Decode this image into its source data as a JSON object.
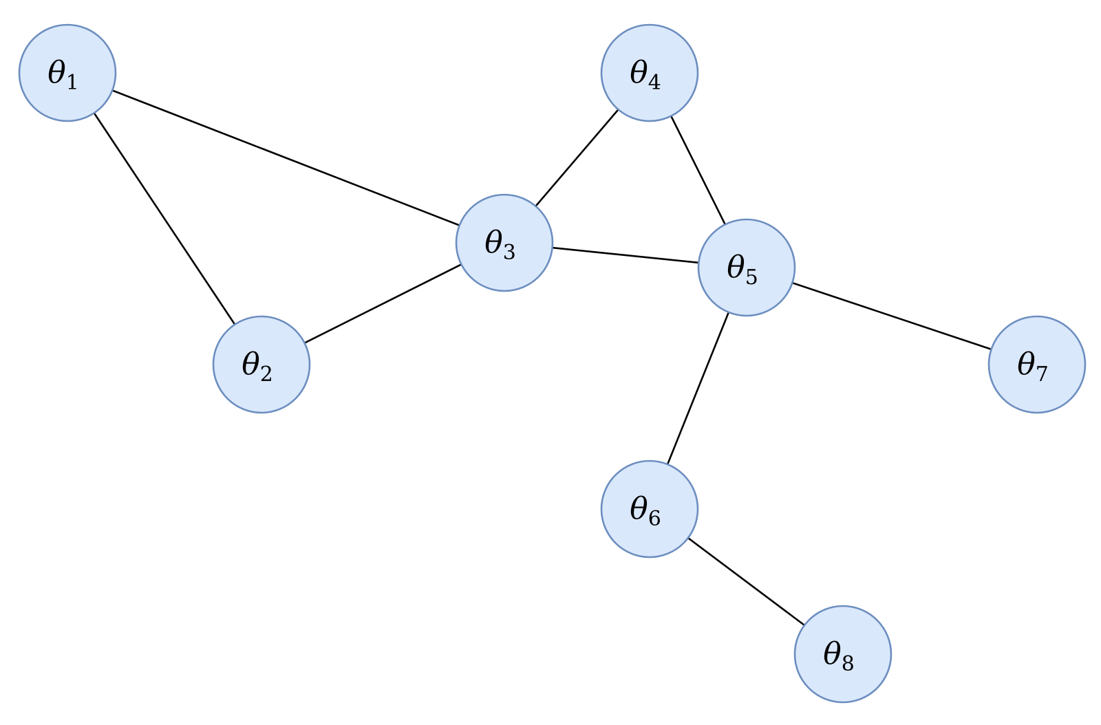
{
  "diagram": {
    "type": "undirected-graph",
    "colors": {
      "node_fill": "#dae8fc",
      "node_stroke": "#6c8ebf",
      "edge": "#000000",
      "background": "#ffffff"
    },
    "nodes": [
      {
        "id": "t1",
        "symbol": "θ",
        "subscript": "1"
      },
      {
        "id": "t2",
        "symbol": "θ",
        "subscript": "2"
      },
      {
        "id": "t3",
        "symbol": "θ",
        "subscript": "3"
      },
      {
        "id": "t4",
        "symbol": "θ",
        "subscript": "4"
      },
      {
        "id": "t5",
        "symbol": "θ",
        "subscript": "5"
      },
      {
        "id": "t6",
        "symbol": "θ",
        "subscript": "6"
      },
      {
        "id": "t7",
        "symbol": "θ",
        "subscript": "7"
      },
      {
        "id": "t8",
        "symbol": "θ",
        "subscript": "8"
      }
    ],
    "edges": [
      {
        "from": "t1",
        "to": "t2"
      },
      {
        "from": "t1",
        "to": "t3"
      },
      {
        "from": "t2",
        "to": "t3"
      },
      {
        "from": "t3",
        "to": "t4"
      },
      {
        "from": "t3",
        "to": "t5"
      },
      {
        "from": "t4",
        "to": "t5"
      },
      {
        "from": "t5",
        "to": "t6"
      },
      {
        "from": "t5",
        "to": "t7"
      },
      {
        "from": "t6",
        "to": "t8"
      }
    ]
  }
}
